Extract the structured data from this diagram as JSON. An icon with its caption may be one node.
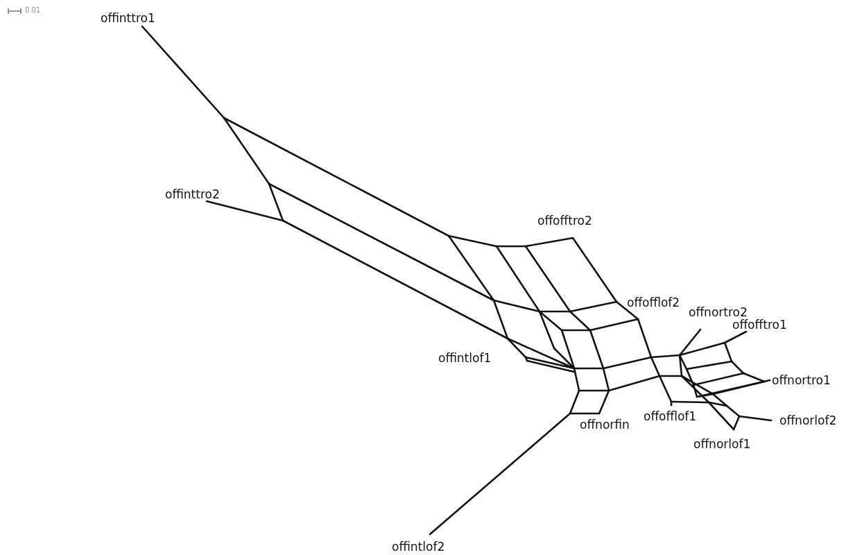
{
  "diagram": {
    "labels": [
      "0.01",
      "offinttro1",
      "offinttro2",
      "offofftro2",
      "offofflof2",
      "offnortro2",
      "offofftro1",
      "offintlof1",
      "offnortro1",
      "offofflof1",
      "offnorfin",
      "offnorlof2",
      "offnorlof1",
      "offintlof2"
    ]
  }
}
